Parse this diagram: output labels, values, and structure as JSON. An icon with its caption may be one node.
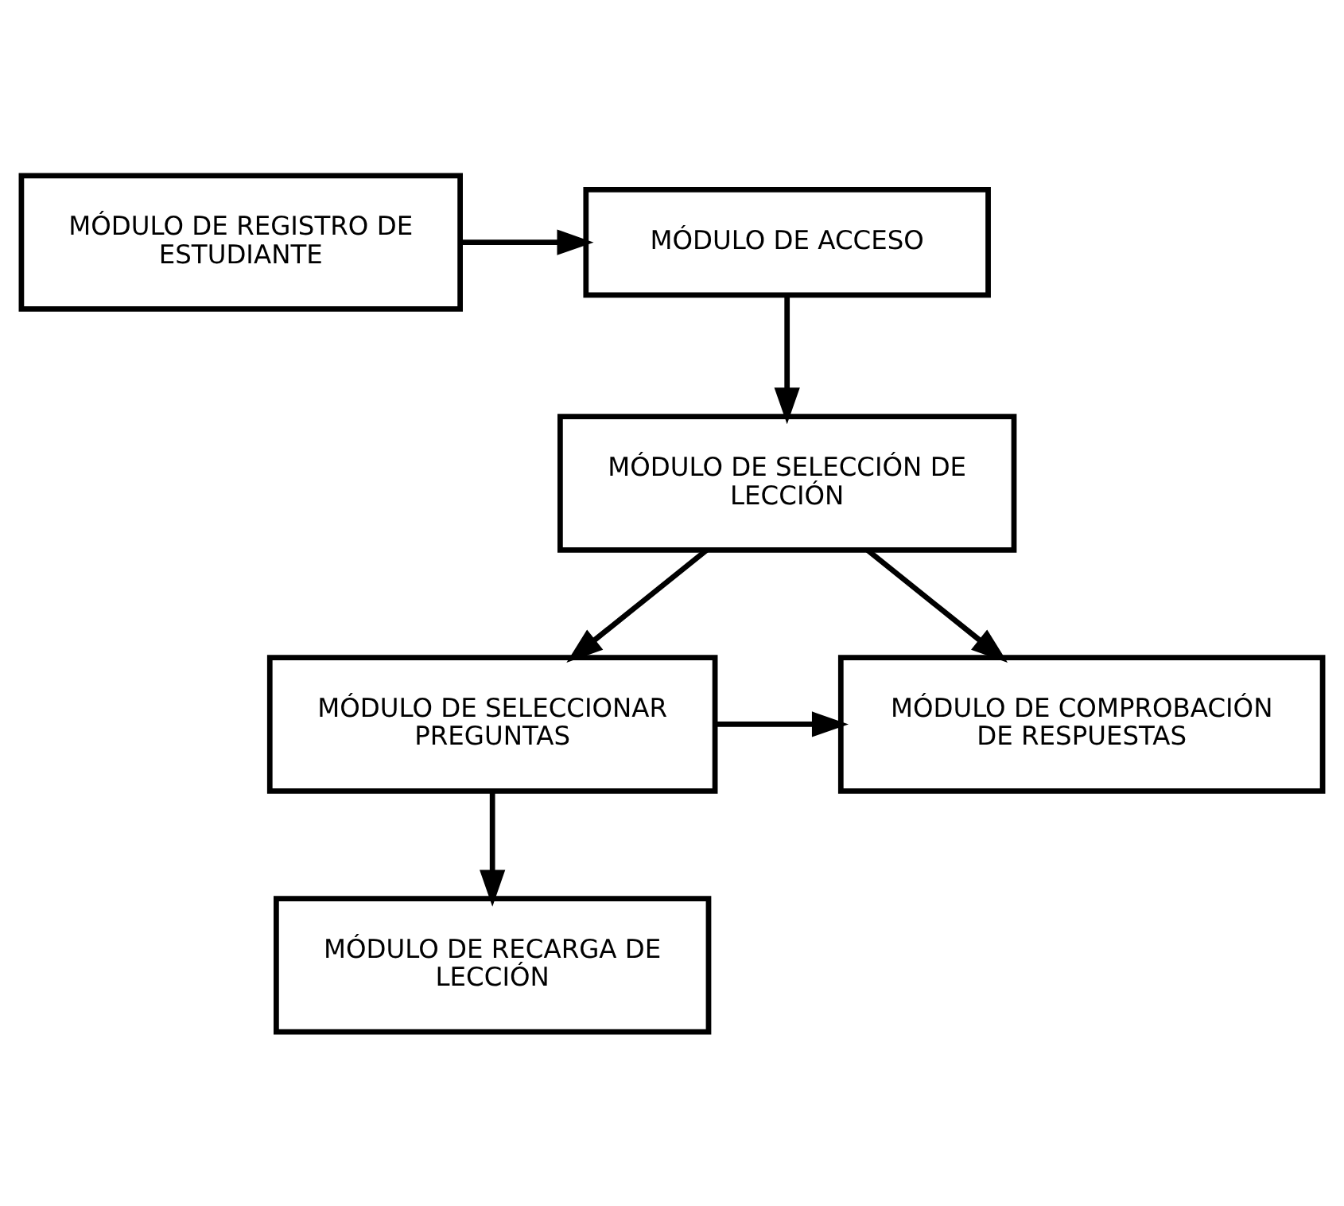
{
  "diagram": {
    "nodes": [
      {
        "text": [
          "MÓDULO DE REGISTRO DE ESTUDIANTE"
        ]
      },
      {
        "text": [
          "MÓDULO DE ACCESO"
        ]
      },
      {
        "text": [
          "MÓDULO DE SELECCIÓN DE LECCIÓN"
        ]
      },
      {
        "text": [
          "MÓDULO DE SELECCIONAR PREGUNTAS"
        ]
      },
      {
        "text": [
          "MÓDULO DE COMPROBACIÓN DE RESPUESTAS"
        ]
      },
      {
        "text": [
          "MÓDULO DE RECARGA DE LECCIÓN"
        ]
      }
    ],
    "edges": [
      {
        "from": 0,
        "to": 1,
        "arrow": "to"
      },
      {
        "from": 1,
        "to": 2,
        "arrow": "to"
      },
      {
        "from": 2,
        "to": 3,
        "arrow": "to"
      },
      {
        "from": 2,
        "to": 4,
        "arrow": "to"
      },
      {
        "from": 3,
        "to": 4,
        "arrow": "to"
      },
      {
        "from": 3,
        "to": 5,
        "arrow": "to"
      }
    ]
  }
}
